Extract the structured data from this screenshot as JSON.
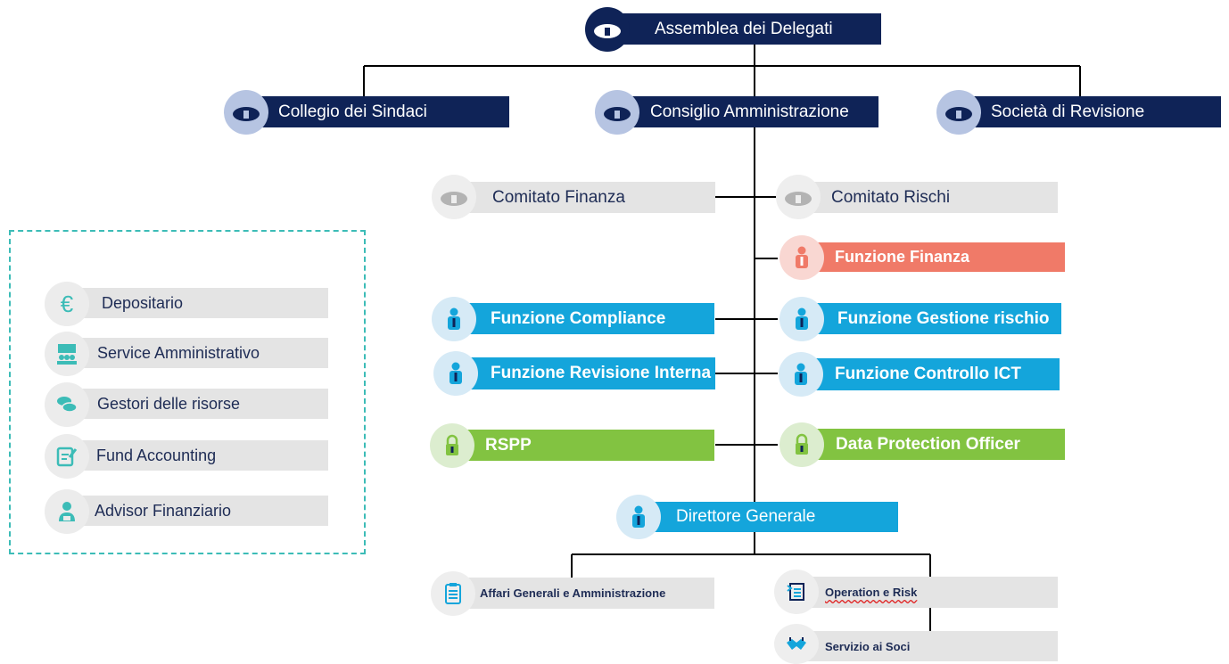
{
  "top": {
    "assemblea": "Assemblea dei Delegati"
  },
  "board": {
    "collegio": "Collegio dei Sindaci",
    "consiglio": "Consiglio Amministrazione",
    "revisione": "Società di Revisione"
  },
  "committees": {
    "finanza": "Comitato Finanza",
    "rischi": "Comitato Rischi"
  },
  "functions": {
    "finanza": "Funzione Finanza",
    "compliance": "Funzione Compliance",
    "gestione_rischio": "Funzione Gestione rischio",
    "revisione_interna": "Funzione Revisione Interna",
    "controllo_ict": "Funzione Controllo ICT",
    "rspp": "RSPP",
    "dpo": "Data Protection Officer"
  },
  "direttore": {
    "label": "Direttore Generale"
  },
  "units": {
    "affari": "Affari Generali e Amministrazione",
    "operation": "Operation e Risk",
    "servizio": "Servizio ai Soci"
  },
  "external": {
    "depositario": "Depositario",
    "service": "Service Amministrativo",
    "gestori": "Gestori delle risorse",
    "fund": "Fund Accounting",
    "advisor": "Advisor Finanziario"
  },
  "colors": {
    "navy": "#0f2357",
    "blue": "#14a5db",
    "red": "#f07a68",
    "green": "#82c341",
    "gray": "#e4e4e4",
    "teal": "#3cbcb7"
  },
  "icons": {
    "assembly": "people-group-icon",
    "person": "person-icon",
    "lock": "lock-icon",
    "euro": "euro-icon",
    "clipboard": "clipboard-icon",
    "handshake": "handshake-icon"
  }
}
